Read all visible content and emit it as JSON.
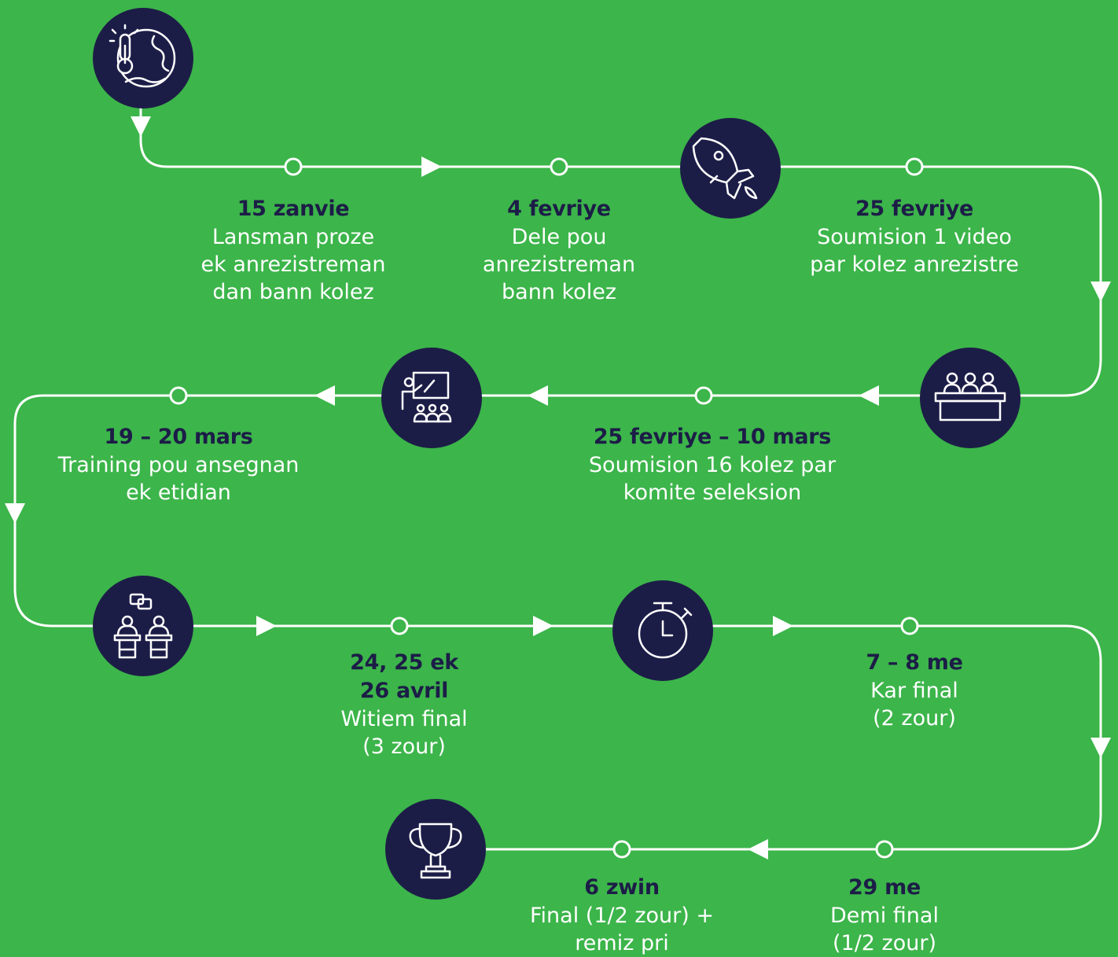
{
  "colors": {
    "background": "#3cb54a",
    "path": "#ffffff",
    "icon_circle": "#1c1d47",
    "date_text": "#1c1d47",
    "desc_text": "#ffffff"
  },
  "icons": [
    "climate-thermometer-globe-icon",
    "rocket-icon",
    "jury-panel-icon",
    "classroom-training-icon",
    "debate-podiums-icon",
    "stopwatch-icon",
    "trophy-icon"
  ],
  "milestones": [
    {
      "date": "15 zanvie",
      "desc": "Lansman proze\nek anrezistreman\ndan bann kolez"
    },
    {
      "date": "4 fevriye",
      "desc": "Dele pou\nanrezistreman\nbann kolez"
    },
    {
      "date": "25 fevriye",
      "desc": "Soumision 1 video\npar kolez anrezistre"
    },
    {
      "date": "25 fevriye – 10 mars",
      "desc": "Soumision 16 kolez par\nkomite seleksion"
    },
    {
      "date": "19 – 20 mars",
      "desc": "Training pou ansegnan\nek etidian"
    },
    {
      "date": "24, 25 ek\n26 avril",
      "desc": "Witiem final\n(3 zour)"
    },
    {
      "date": "7 – 8 me",
      "desc": "Kar final\n(2 zour)"
    },
    {
      "date": "29 me",
      "desc": "Demi final\n(1/2 zour)"
    },
    {
      "date": "6 zwin",
      "desc": "Final (1/2 zour) +\nremiz pri"
    }
  ]
}
